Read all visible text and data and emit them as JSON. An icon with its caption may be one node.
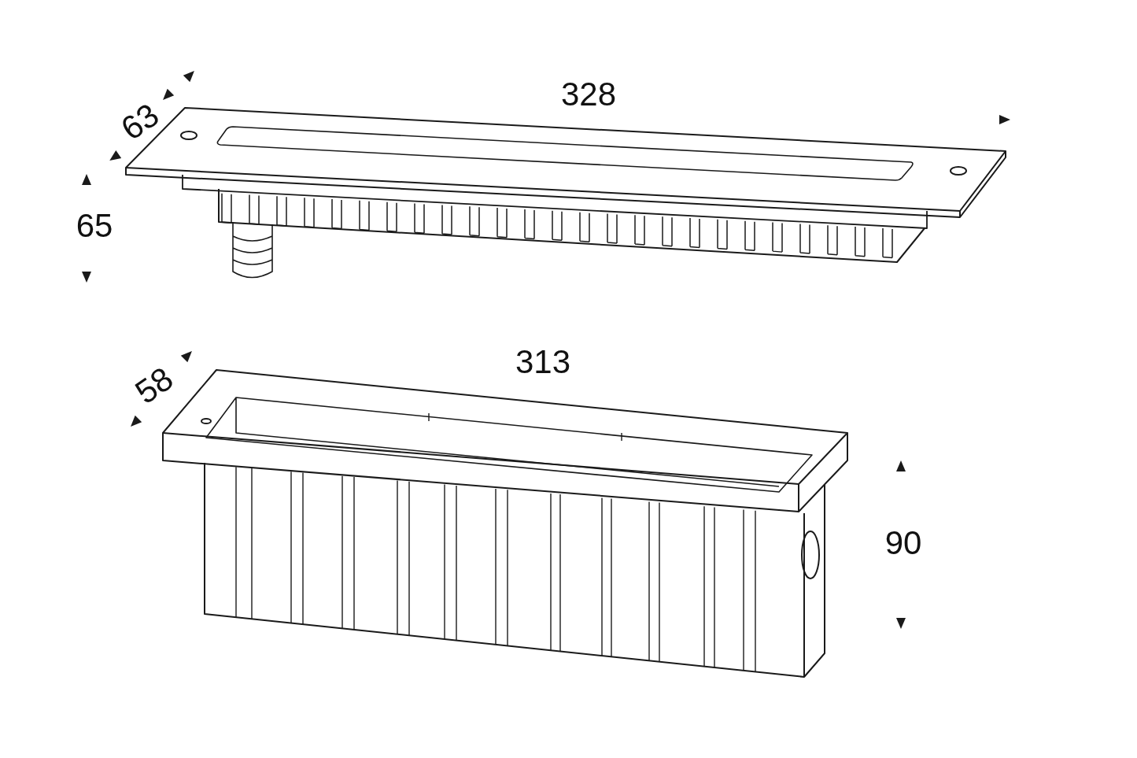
{
  "diagram": {
    "labels": [
      "328",
      "63",
      "65",
      "313",
      "58",
      "90"
    ]
  }
}
